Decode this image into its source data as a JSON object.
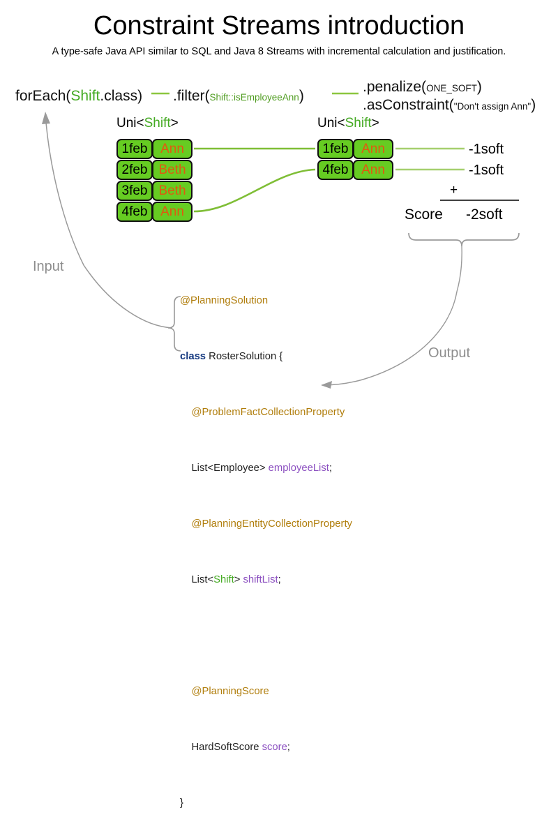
{
  "header": {
    "title": "Constraint Streams introduction",
    "subtitle": "A type-safe Java API similar to SQL and Java 8 Streams with incremental calculation and justification."
  },
  "pipeline": {
    "foreach": {
      "prefix": "forEach(",
      "type": "Shift",
      "suffix": ".class)"
    },
    "filter": {
      "prefix": ".filter(",
      "ref": "Shift::isEmployeeAnn",
      "suffix": ")"
    },
    "penalize": {
      "prefix": ".penalize(",
      "arg": "ONE_SOFT",
      "suffix": ")"
    },
    "as_constraint": {
      "prefix": ".asConstraint(",
      "arg": "\"Don't assign Ann\"",
      "suffix": ")"
    }
  },
  "streams": {
    "left": {
      "caption_prefix": "Uni<",
      "caption_type": "Shift",
      "caption_suffix": ">",
      "rows": [
        {
          "date": "1feb",
          "employee": "Ann"
        },
        {
          "date": "2feb",
          "employee": "Beth"
        },
        {
          "date": "3feb",
          "employee": "Beth"
        },
        {
          "date": "4feb",
          "employee": "Ann"
        }
      ]
    },
    "right": {
      "caption_prefix": "Uni<",
      "caption_type": "Shift",
      "caption_suffix": ">",
      "rows": [
        {
          "date": "1feb",
          "employee": "Ann",
          "penalty": "-1soft"
        },
        {
          "date": "4feb",
          "employee": "Ann",
          "penalty": "-1soft"
        }
      ]
    }
  },
  "score": {
    "operator": "+",
    "label": "Score",
    "total": "-2soft"
  },
  "annotations": {
    "input": "Input",
    "output": "Output"
  },
  "code": {
    "line1_annot": "@PlanningSolution",
    "line2_kw": "class",
    "line2_rest": " RosterSolution {",
    "line3_annot": "    @ProblemFactCollectionProperty",
    "line4_type": "    List<Employee> ",
    "line4_field": "employeeList",
    "line4_semi": ";",
    "line5_annot": "    @PlanningEntityCollectionProperty",
    "line6_pre": "    List<",
    "line6_type": "Shift",
    "line6_post": "> ",
    "line6_field": "shiftList",
    "line6_semi": ";",
    "line7_annot": "    @PlanningScore",
    "line8_type": "    HardSoftScore ",
    "line8_field": "score",
    "line8_semi": ";",
    "line9_close": "}"
  },
  "colors": {
    "box_fill": "#66cc22",
    "box_border": "#111111",
    "employee_text": "#e05a10",
    "connector_green": "#8cc63f",
    "type_green": "#44aa22",
    "annotation_gold": "#b07d0b",
    "keyword_blue": "#14387f",
    "field_purple": "#8b4fc0",
    "gray_guide": "#8d8d8d"
  }
}
